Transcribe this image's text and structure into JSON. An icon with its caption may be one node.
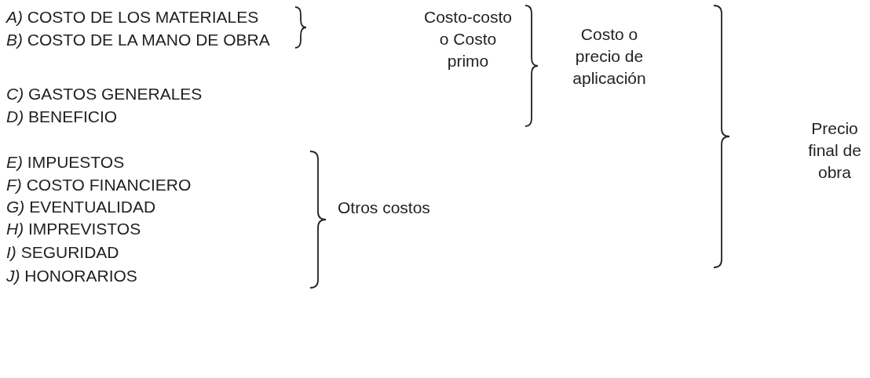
{
  "diagram": {
    "labels": [
      "*A)* COSTO DE LOS MATERIALES",
      "*B)* COSTO DE LA MANO DE OBRA",
      "Costo-costo o Costo primo",
      "Costo o precio de aplicación",
      "*C)* GASTOS GENERALES",
      "*D)* BENEFICIO",
      "Precio final de obra",
      "*E)* IMPUESTOS",
      "*F)* COSTO FINANCIERO",
      "*G)* EVENTUALIDAD",
      "Otros costos",
      "*H)* IMPREVISTOS",
      "*I)* SEGURIDAD",
      "*J)* HONORARIOS"
    ]
  }
}
